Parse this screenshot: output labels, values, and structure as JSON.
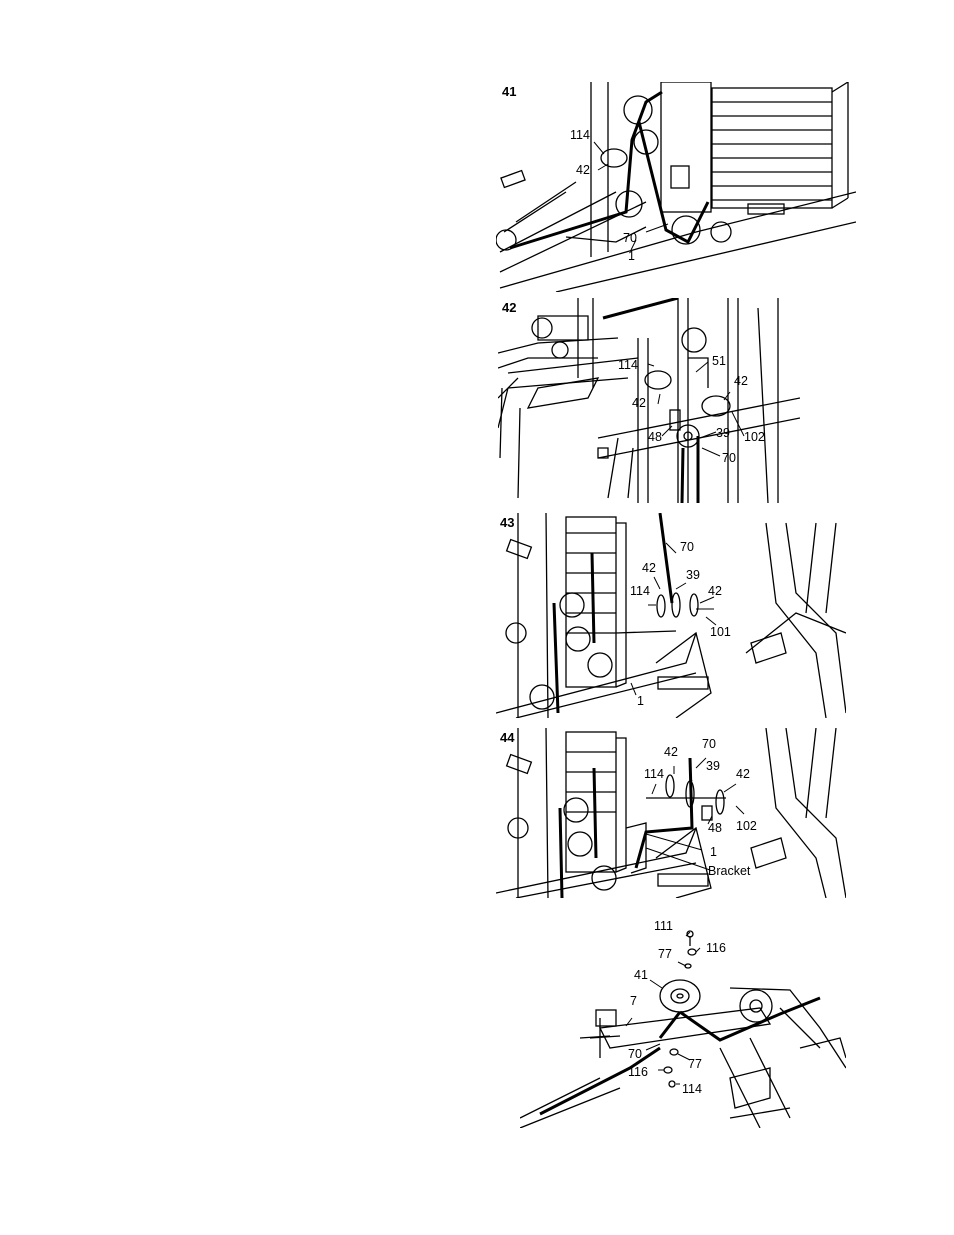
{
  "figures": [
    {
      "number": "41",
      "labels": {
        "a": "114",
        "b": "42",
        "c": "70",
        "d": "1"
      }
    },
    {
      "number": "42",
      "labels": {
        "a": "114",
        "b": "51",
        "c": "42",
        "d": "42",
        "e": "48",
        "f": "39",
        "g": "102",
        "h": "70"
      }
    },
    {
      "number": "43",
      "labels": {
        "a": "70",
        "b": "42",
        "c": "39",
        "d": "114",
        "e": "42",
        "f": "101",
        "g": "1"
      }
    },
    {
      "number": "44",
      "labels": {
        "a": "70",
        "b": "42",
        "c": "39",
        "d": "114",
        "e": "42",
        "f": "48",
        "g": "102",
        "h": "1",
        "i": "Bracket"
      }
    },
    {
      "number": "",
      "labels": {
        "a": "111",
        "b": "116",
        "c": "77",
        "d": "41",
        "e": "7",
        "f": "70",
        "g": "77",
        "h": "116",
        "i": "114"
      }
    }
  ]
}
